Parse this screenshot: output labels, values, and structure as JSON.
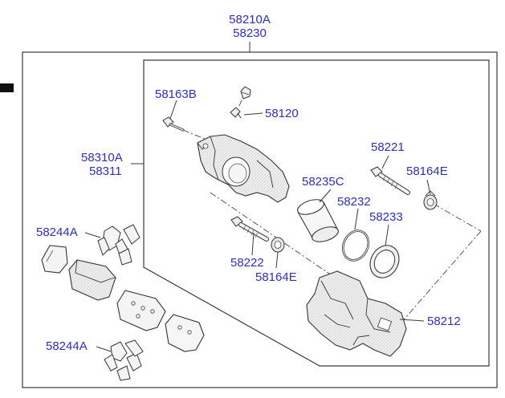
{
  "colors": {
    "label": "#2f2fb8",
    "line": "#3a3a3a",
    "part_fill": "#eeeeee",
    "background": "#ffffff"
  },
  "labels": {
    "assembly_top": "58210A",
    "assembly_bottom": "58230",
    "carrier_top": "58310A",
    "carrier_bottom": "58311",
    "bleeder_bolt": "58163B",
    "bleeder_cap": "58120",
    "guide_rod_upper": "58221",
    "boot_upper": "58164E",
    "piston": "58235C",
    "piston_seal": "58232",
    "piston_boot": "58233",
    "guide_rod_lower": "58222",
    "boot_lower": "58164E",
    "bracket": "58212",
    "shim_upper": "58244A",
    "shim_lower": "58244A"
  }
}
